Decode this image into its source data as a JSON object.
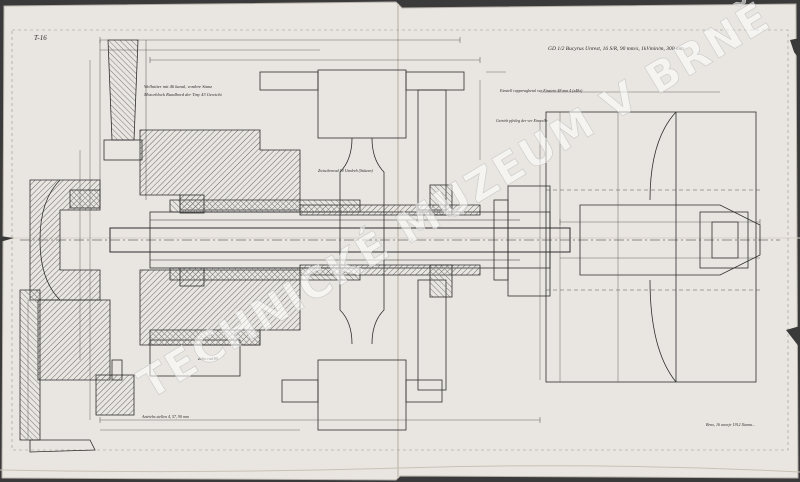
{
  "sheet": {
    "paper_color": "#e9e6e1",
    "ink_color": "#2e2e2e",
    "hatch_color": "#6a6a6a"
  },
  "annotations": {
    "sheet_number": "T-16",
    "title_block": "GD 1/2 Bucyrus Unrest, 16 S/R, 90 mm/s, 1kVmin/m, 300 mm",
    "note_upper_left_1": "Wellnitter mit 46 kanal, vordere Stanz",
    "note_upper_left_2": "Motorblock Rundbord der Tiny 43 Gewicht",
    "note_center": "Zwischenrad 18 Umdreh (Stützen)",
    "note_right_1": "Einstell rapperaghetal ver Einstein 48 mm 4 (x48x)",
    "note_right_2": "Getrieb pfeileg der ver Einwelle",
    "note_bottom_left": "Antriebs stellen 4, 57, 90 mm",
    "note_lower_mid": "Zahn rad 80",
    "signature": "Brno, 16 unorje 1912 Jkuma..."
  },
  "watermark": {
    "text": "TECHNICKÉ MUZEUM V BRNĚ"
  }
}
